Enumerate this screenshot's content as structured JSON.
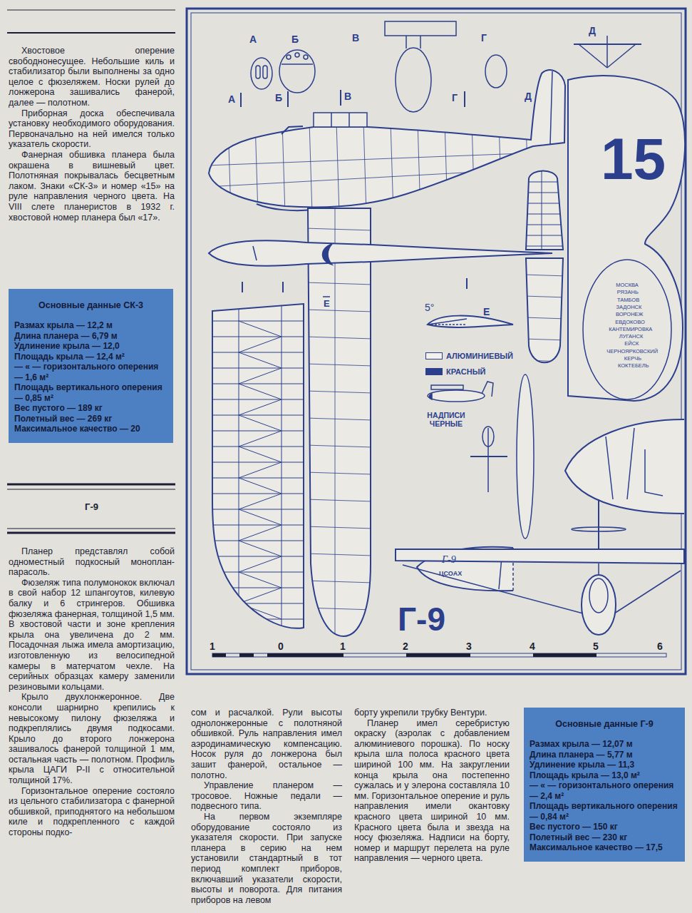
{
  "diagram": {
    "nodes": [
      {
        "text": [
          "Основные данные СК-3",
          "Размах крыла — 12,2 м",
          "Длина планера — 6,79 м",
          "Удлинение крыла — 12,0",
          "Площадь крыла — 12,4 м²",
          "— « — горизонтального оперения — 1,6 м²",
          "Площадь вертикального оперения — 0,85 м²",
          "Вес пустого — 189 кг",
          "Полетный вес — 269 кг",
          "Максимальное качество — 20"
        ]
      },
      {
        "text": [
          "Основные данные Г-9",
          "Размах крыла — 12,07 м",
          "Длина планера — 5,77 м",
          "Удлинение крыла — 11,3",
          "Площадь крыла — 13,0 м²",
          "— « — горизонтального оперения — 2,4 м²",
          "Площадь вертикального оперения — 0,84 м²",
          "Вес пустого — 150 кг",
          "Полетный вес — 230 кг",
          "Максимальное качество — 17,5"
        ]
      }
    ],
    "labels": [
      "Хвостовое оперение свободнонесущее. Небольшие киль и стабилизатор были выполнены за одно целое с фюзеляжем. Носки рулей до лонжерона зашивались фанерой, далее — полотном.",
      "Приборная доска обеспечивала установку необходимого оборудования. Первоначально на ней имелся только указатель скорости.",
      "Фанерная обшивка планера была окрашена в вишневый цвет. Полотняная покрывалась бесцветным лаком. Знаки «СК-3» и номер «15» на руле направления черного цвета. На VIII слете планеристов в 1932 г. хвостовой номер планера был «17».",
      "Г-9",
      "Планер представлял собой одноместный подкосный моноплан-парасоль.",
      "Фюзеляж типа полумонокок включал в свой набор 12 шпангоутов, килевую балку и 6 стрингеров. Обшивка фюзеляжа фанерная, толщиной 1,5 мм. В хвостовой части и зоне крепления крыла она увеличена до 2 мм. Посадочная лыжа имела амортизацию, изготовленную из велосипедной камеры в матерчатом чехле. На серийных образцах камеру заменили резиновыми кольцами.",
      "Крыло двухлонжеронное. Две консоли шарнирно крепились к невысокому пилону фюзеляжа и подкреплялись двумя подкосами. Крыло до второго лонжерона зашивалось фанерой толщиной 1 мм, остальная часть — полотном. Профиль крыла ЦАГИ Р-II с относительной толщиной 17%.",
      "Горизонтальное оперение состояло из цельного стабилизатора с фанерной обшивкой, приподнятого на небольшом киле и подкрепленного с каждой стороны подко-",
      "сом и расчалкой. Рули высоты однолонжеронные с полотняной обшивкой. Руль направления имел аэродинамическую компенсацию. Носок руля до лонжерона был зашит фанерой, остальное — полотно.",
      "Управление планером — тросовое. Ножные педали — подвесного типа.",
      "На первом экземпляре оборудование состояло из указателя скорости. При запуске планера в серию на нем установили стандартный в тот период комплект приборов, включавший указатели скорости, высоты и поворота. Для питания приборов на левом",
      "борту укрепили трубку Вентури.",
      "Планер имел серебристую окраску (аэролак с добавлением алюминиевого порошка). По носку крыла шла полоса красного цвета шириной 100 мм. На закруглении конца крыла она постепенно сужалась и у элерона составляла 10 мм. Горизонтальное оперение и руль направления имели окантовку красного цвета шириной 10 мм. Красного цвета была и звезда на носу фюзеляжа. Надписи на борту, номер и маршрут перелета на руле направления — черного цвета.",
      "А",
      "Б",
      "В",
      "Г",
      "Д",
      "А",
      "Б",
      "В",
      "Г",
      "Д",
      "15",
      "МОСКВА",
      "РЯЗАНЬ",
      "ТАМБОВ",
      "ЗАДОНСК",
      "ВОРОНЕЖ",
      "ЕВДОКОВО",
      "КАНТЕМИРОВКА",
      "ЛУГАНСК",
      "ЕЙСК",
      "ЧЕРНОЯРКОВСКИЙ",
      "КЕРЧЬ",
      "КОКТЕБЕЛЬ",
      "Е",
      "5°",
      "Е",
      "НАДПИСИ ЧЕРНЫЕ",
      "Г-9",
      "ЦСОАХ",
      "Г-9",
      "1",
      "0",
      "1",
      "2",
      "3",
      "4",
      "5",
      "6"
    ],
    "legend": [
      {
        "text": "АЛЮМИНИЕВЫЙ",
        "color": "#f2f1ec"
      },
      {
        "text": "КРАСНЫЙ",
        "color": "#2b3f8c"
      }
    ]
  }
}
